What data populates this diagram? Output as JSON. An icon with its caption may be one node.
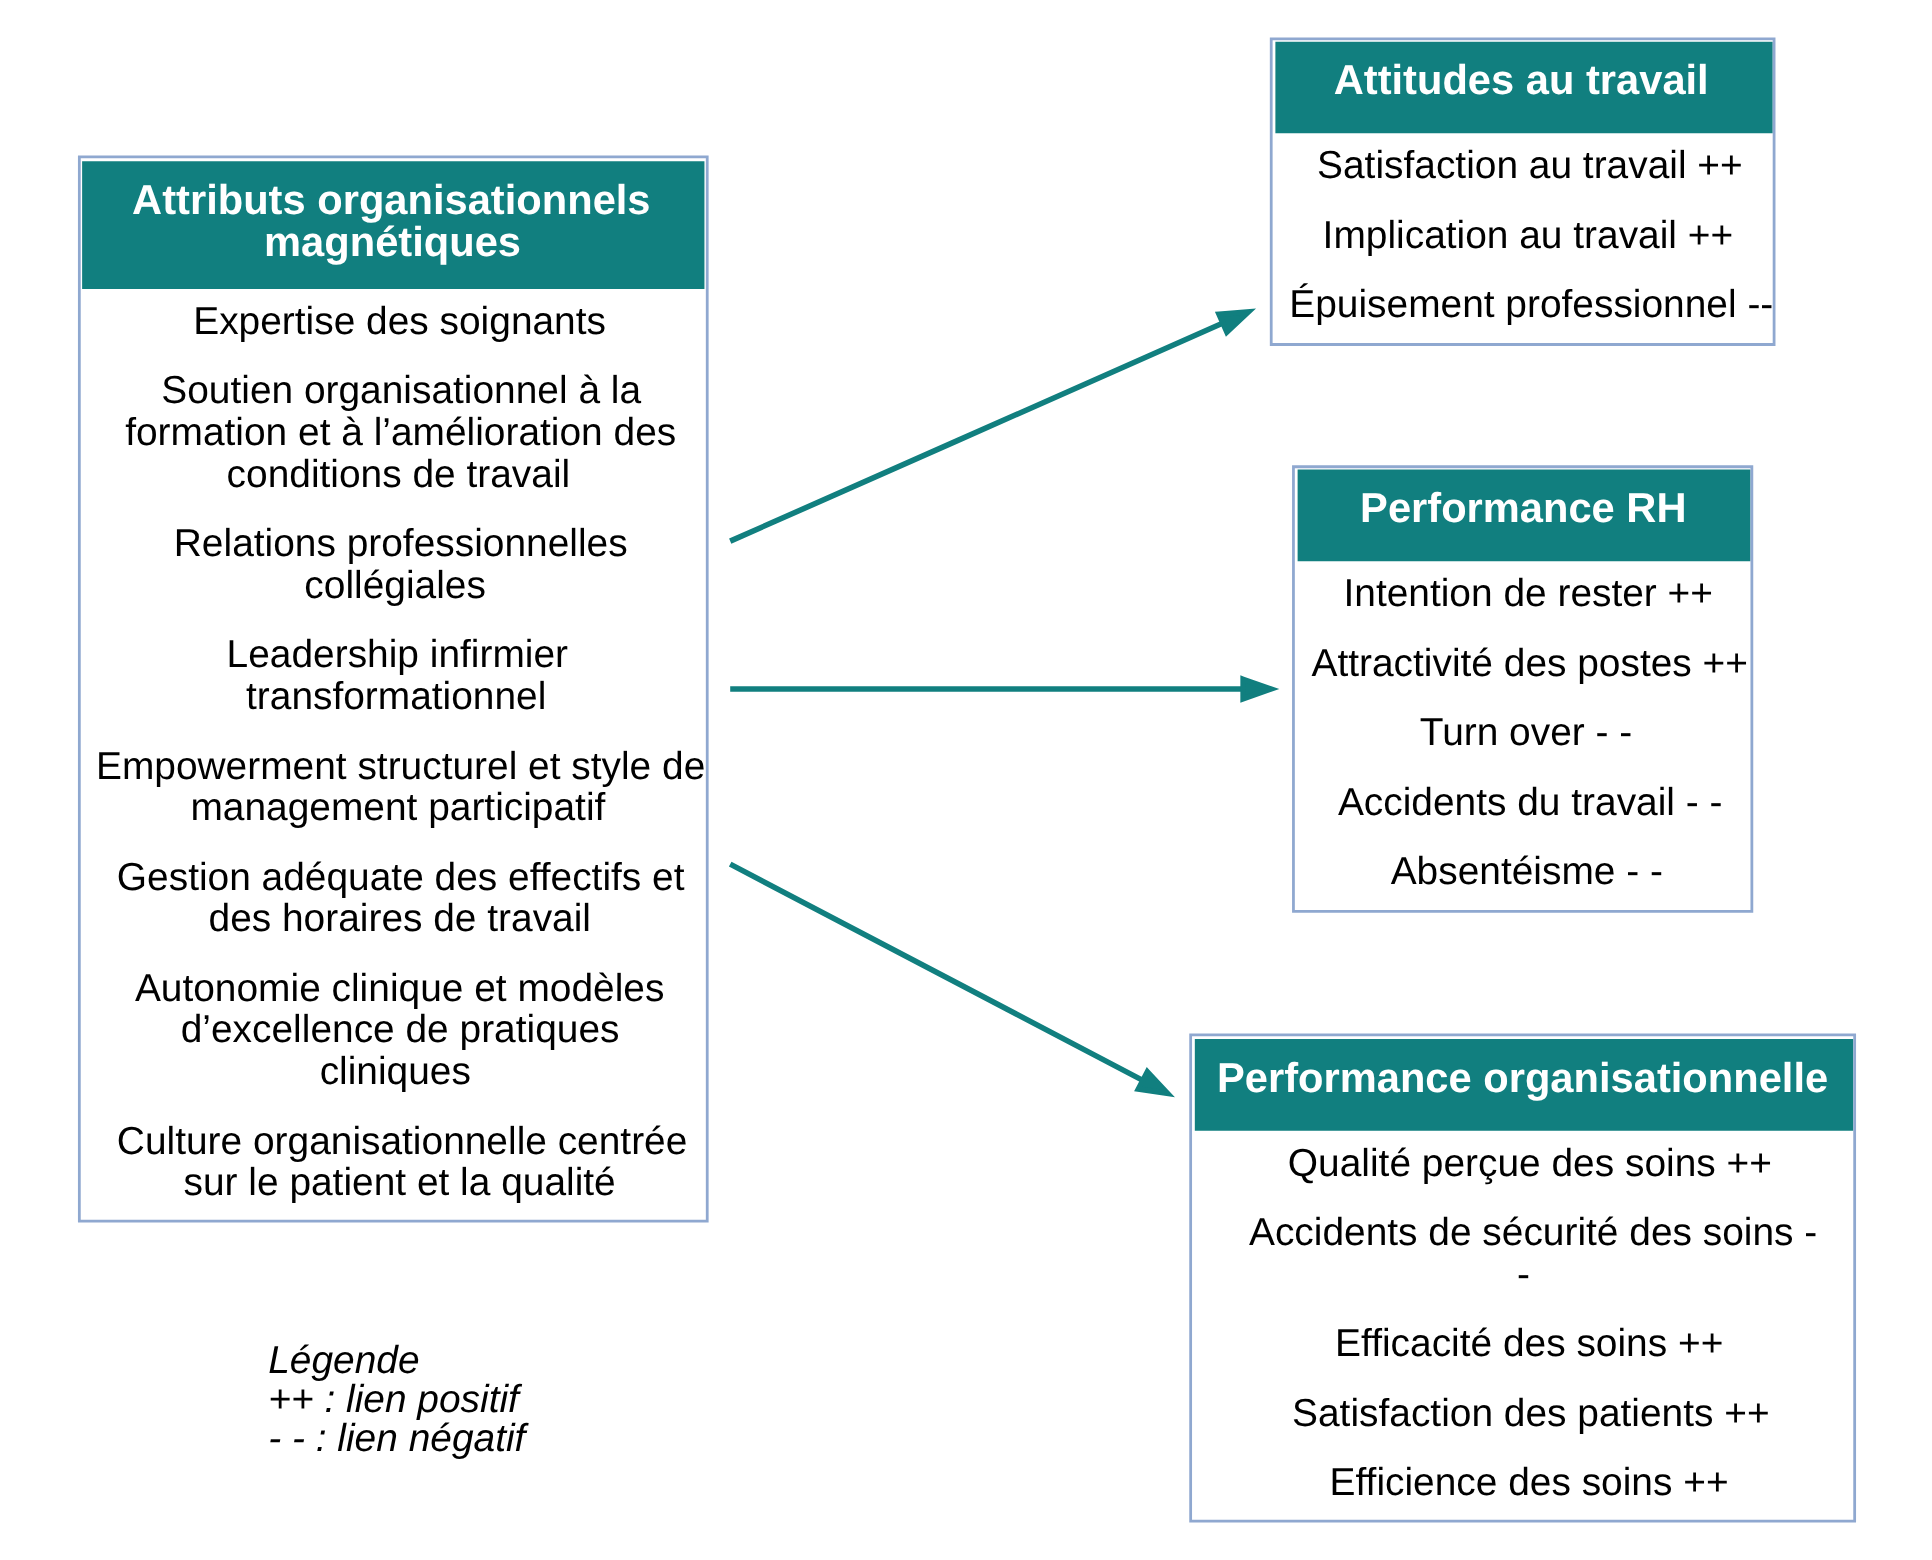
{
  "diagram": {
    "nodes": [
      {
        "text": [
          "Attributs organisationnels magnétiques",
          "Expertise des soignants",
          "Soutien organisationnel à la formation et à l’amélioration des conditions de travail",
          "Relations professionnelles collégiales",
          "Leadership infirmier transformationnel",
          "Empowerment structurel et style de management participatif",
          "Gestion adéquate des effectifs et des horaires de travail",
          "Autonomie clinique et modèles d’excellence de pratiques cliniques",
          "Culture organisationnelle centrée sur le patient et la qualité"
        ]
      },
      {
        "text": [
          "Attitudes au travail",
          "Satisfaction au travail ++",
          "Implication au travail ++",
          "Épuisement professionnel --"
        ]
      },
      {
        "text": [
          "Performance RH",
          "Intention de rester ++",
          "Attractivité des postes ++",
          "Turn over - -",
          "Accidents du travail - -",
          "Absentéisme - -"
        ]
      },
      {
        "text": [
          "Performance organisationnelle",
          "Qualité perçue des soins ++",
          "Accidents de sécurité des soins - -",
          "Efficacité des soins ++",
          "Satisfaction des patients ++",
          "Efficience des soins ++"
        ]
      }
    ],
    "edges": [
      {
        "from": 0,
        "to": 1,
        "arrow": "to"
      },
      {
        "from": 0,
        "to": 2,
        "arrow": "to"
      },
      {
        "from": 0,
        "to": 3,
        "arrow": "to"
      }
    ],
    "labels": [
      "Légende",
      "++ : lien positif",
      "- - : lien négatif"
    ]
  }
}
